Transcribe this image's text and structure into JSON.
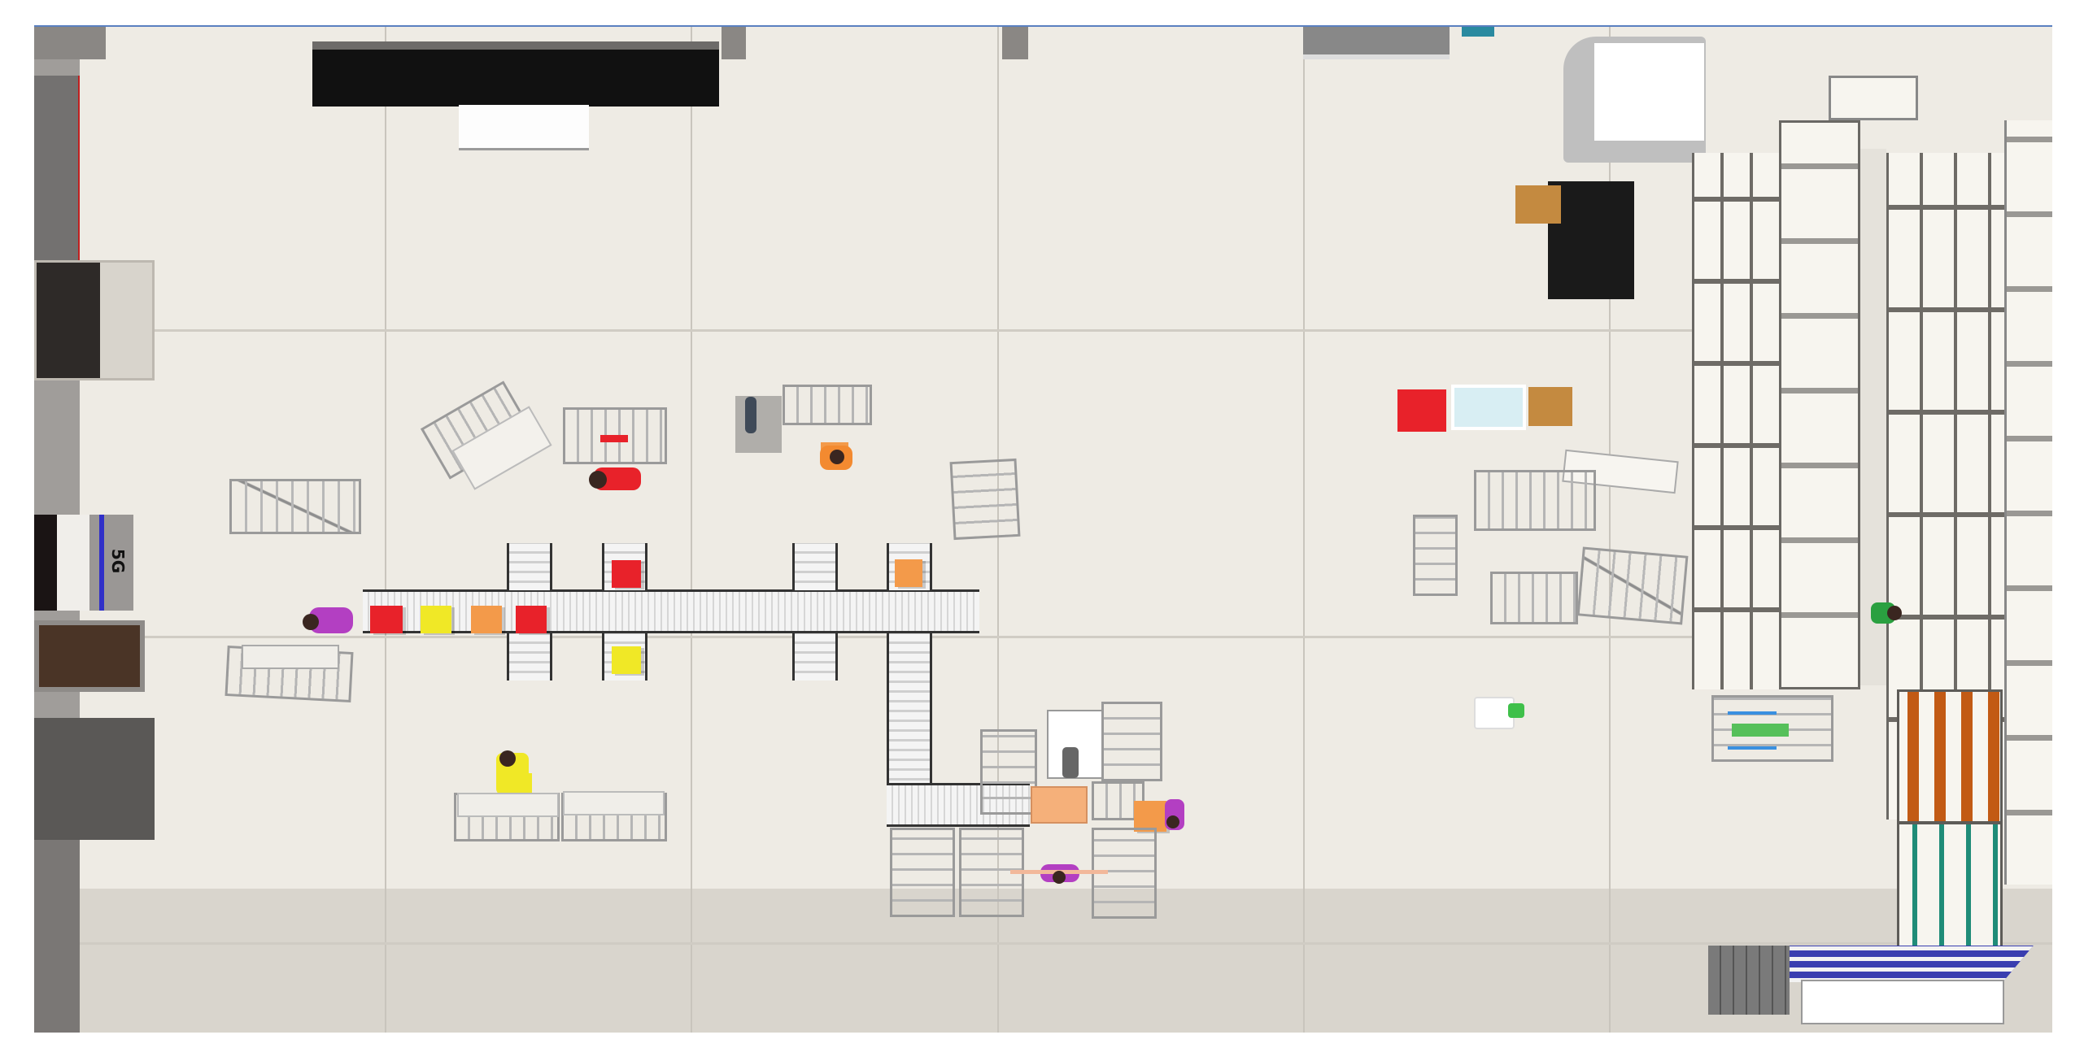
{
  "scene": {
    "type": "3d-factory-simulation-top-view",
    "floor_color": "#eeebe4",
    "frame_border_color": "#5a80c0",
    "grid": {
      "vertical_x": [
        431,
        807,
        1184,
        1560,
        1936
      ],
      "horizontal_y": [
        372,
        749,
        1126
      ]
    }
  },
  "objects": {
    "left_wall_sign": "5G",
    "main_conveyor": {
      "boxes": [
        {
          "color": "#e8222a",
          "label": "red"
        },
        {
          "color": "#f0e826",
          "label": "yellow"
        },
        {
          "color": "#f39a4a",
          "label": "orange"
        },
        {
          "color": "#e8222a",
          "label": "red"
        }
      ],
      "branch_boxes": [
        {
          "color": "#e8222a",
          "label": "red"
        },
        {
          "color": "#f0e826",
          "label": "yellow"
        },
        {
          "color": "#f39a4a",
          "label": "orange"
        }
      ]
    },
    "workers": [
      {
        "shirt": "#b33fc2",
        "position": "conveyor-start"
      },
      {
        "shirt": "#e8222a",
        "position": "upper-cart-station"
      },
      {
        "shirt": "#f38a30",
        "position": "robot-cart-station"
      },
      {
        "shirt": "#f0e826",
        "position": "lower-cart-station"
      },
      {
        "shirt": "#b33fc2",
        "position": "packing-station-right"
      },
      {
        "shirt": "#b33fc2",
        "position": "packing-station-bottom"
      },
      {
        "shirt": "#2aa040",
        "position": "shelving-aisle"
      }
    ],
    "colors": {
      "red_machine": "#e8222a",
      "black_machine": "#111111",
      "agv_green": "#3fc04a",
      "bin_orange": "#c25a14",
      "bin_teal": "#1f8c78",
      "bin_blue": "#3a3eb0",
      "packing_table": "#f5b07a"
    }
  }
}
